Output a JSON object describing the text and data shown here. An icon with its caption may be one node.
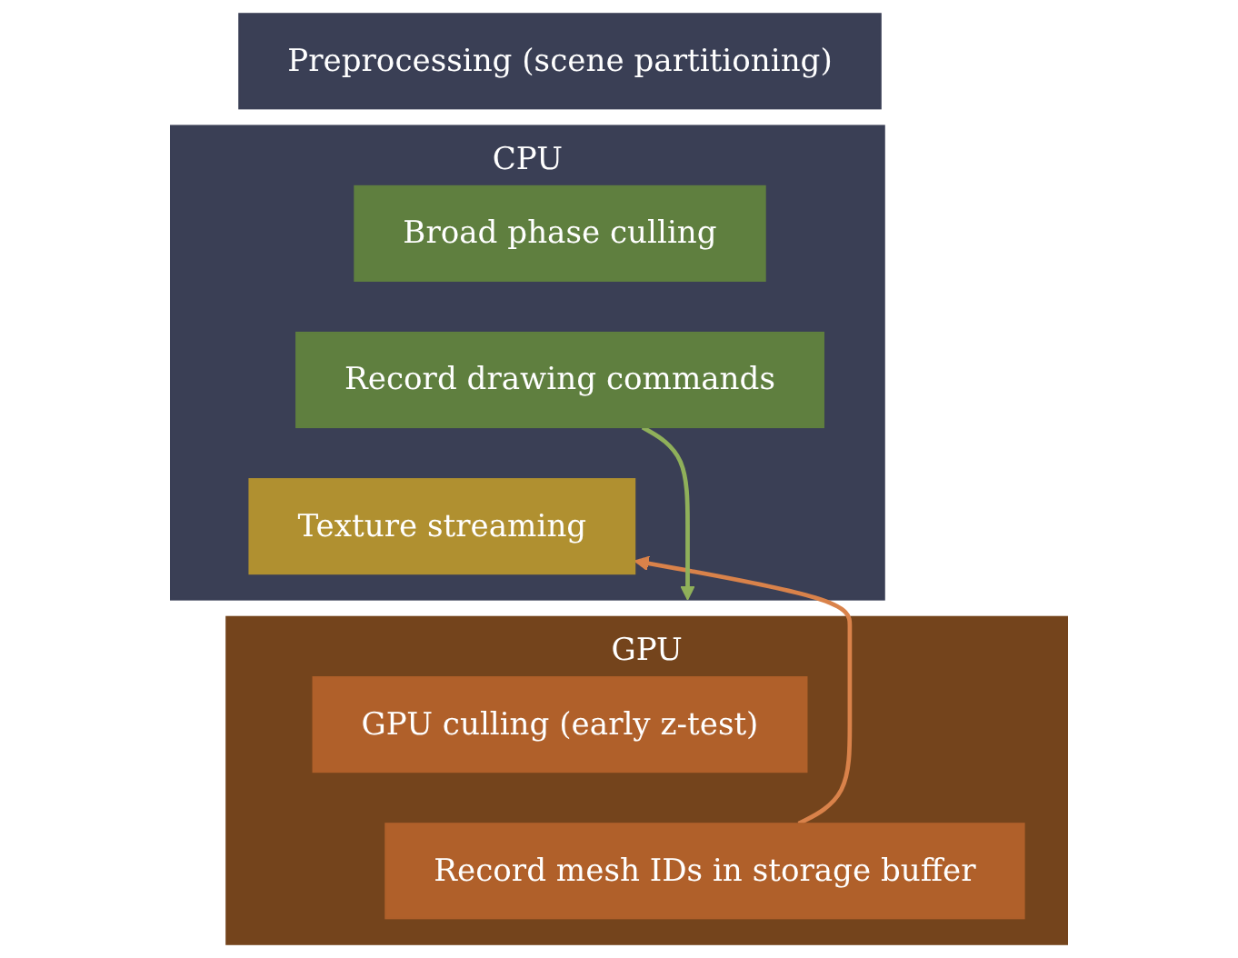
{
  "diagram": {
    "nodes": [
      {
        "text": [
          "Preprocessing (scene partitioning)"
        ]
      },
      {
        "text": [
          "CPU"
        ]
      },
      {
        "text": [
          "Broad phase culling"
        ],
        "in": 1
      },
      {
        "text": [
          "Record drawing commands"
        ],
        "in": 1
      },
      {
        "text": [
          "Texture streaming"
        ],
        "in": 1
      },
      {
        "text": [
          "GPU"
        ]
      },
      {
        "text": [
          "GPU culling (early z-test)"
        ],
        "in": 5
      },
      {
        "text": [
          "Record mesh IDs in storage buffer"
        ],
        "in": 5
      }
    ],
    "edges": [
      {
        "from": 3,
        "to": 5,
        "arrow": "to",
        "color": "#8fb05a"
      },
      {
        "from": 7,
        "to": 4,
        "arrow": "to",
        "color": "#d9824a"
      }
    ]
  }
}
